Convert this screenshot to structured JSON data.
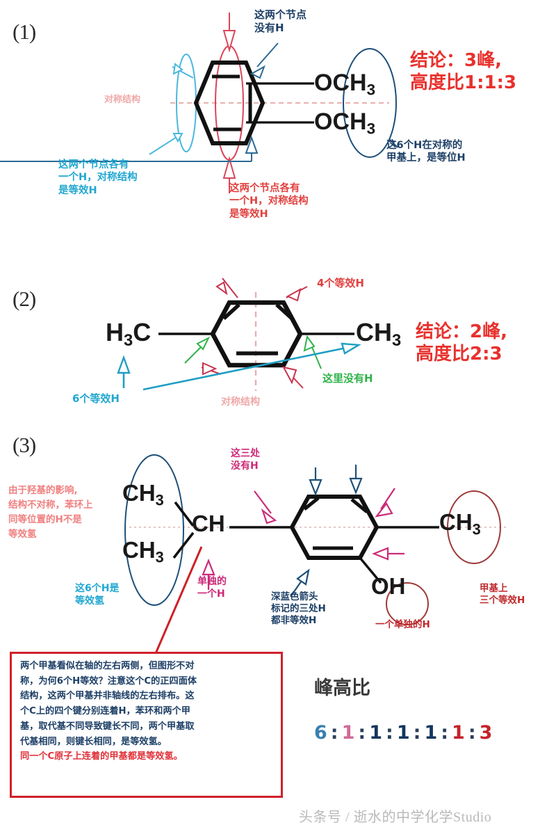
{
  "sections": [
    {
      "number": "(1)",
      "symmetry_label": "对称结构",
      "molecule": {
        "group_top": "OCH",
        "group_top_sub": "3",
        "group_bottom": "OCH",
        "group_bottom_sub": "3"
      },
      "annotations": {
        "top_cyan": "这两个节点\n没有H",
        "left_cyan": "这两个节点各有\n一个H，对称结构\n是等效H",
        "bottom_red": "这两个节点各有\n一个H，对称结构\n是等效H",
        "right_navy": "这6个H在对称的\n甲基上，是等位H"
      },
      "conclusion": "结论：3峰,\n高度比1:1:3"
    },
    {
      "number": "(2)",
      "symmetry_label": "对称结构",
      "molecule": {
        "left_group": "H",
        "left_sub": "3",
        "left_tail": "C",
        "right_group": "CH",
        "right_sub": "3"
      },
      "annotations": {
        "top_crimson": "4个等效H",
        "green": "这里没有H",
        "cyan": "6个等效H"
      },
      "conclusion": "结论：2峰,\n高度比2:3"
    },
    {
      "number": "(3)",
      "molecule": {
        "ch3_top": "CH",
        "ch3_top_sub": "3",
        "ch3_bottom": "CH",
        "ch3_bottom_sub": "3",
        "ch": "CH",
        "oh": "OH",
        "ch3_right": "CH",
        "ch3_right_sub": "3"
      },
      "annotations": {
        "left_salmon": "由于羟基的影响,\n结构不对称，苯环上\n同等位置的H不是\n等效氢",
        "left_cyan": "这6个H是\n等效氢",
        "magenta_top": "这三处\n没有H",
        "magenta_single": "单独的\n一个H",
        "navy_arrows": "深蓝色箭头\n标记的三处H\n都非等效H",
        "oh_darkred": "一个单独的H",
        "right_darkred": "甲基上\n三个等效H"
      }
    }
  ],
  "explanation_box": {
    "lines": [
      "两个甲基看似在轴的左右两侧，但图形不对",
      "称，为何6个H等效？注意这个C的正四面体",
      "结构，这两个甲基并非轴线的左右排布。这",
      "个C上的四个键分别连着H，苯环和两个甲",
      "基，取代基不同导致键长不同，两个甲基取",
      "代基相同，则键长相同，是等效氢。"
    ],
    "accent_line": "同一个C原子上连着的甲基都是等效氢。"
  },
  "peak_ratio": {
    "title": "峰高比",
    "values": [
      "6",
      "1",
      "1",
      "1",
      "1",
      "1",
      "3"
    ],
    "colors": [
      "#3a7fae",
      "#d06a96",
      "#14365c",
      "#14365c",
      "#14365c",
      "#c3232b",
      "#c3232b"
    ],
    "separator": ":"
  },
  "watermark": "头条号 / 逝水的中学化学Studio",
  "palette": {
    "cyan": "#21a7d0",
    "navy": "#1d3f66",
    "red": "#e0413f",
    "crimson": "#c9344f",
    "green": "#2fb24a",
    "magenta": "#cc2a78",
    "darkred": "#a03030",
    "salmon": "#f0a0a0"
  }
}
